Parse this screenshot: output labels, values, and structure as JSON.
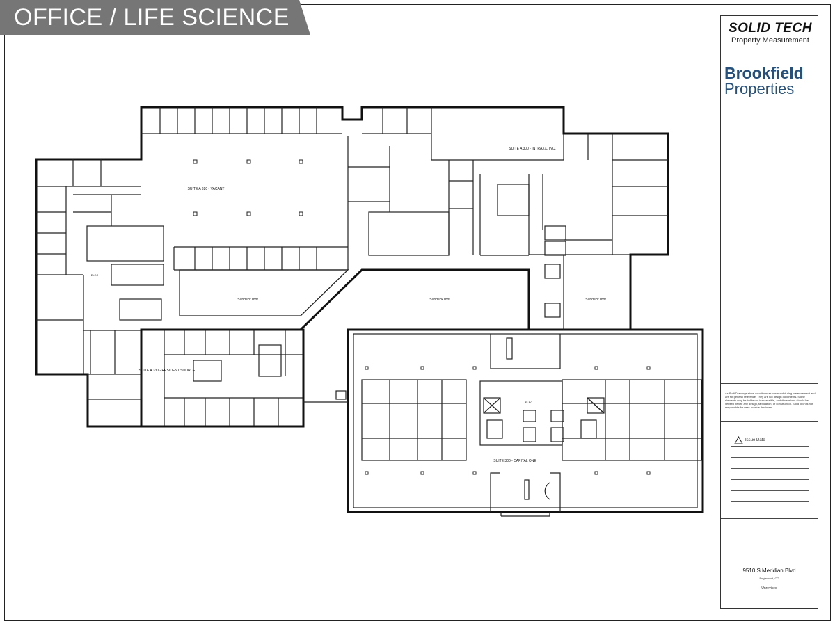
{
  "header": {
    "category": "OFFICE / LIFE SCIENCE"
  },
  "title_block": {
    "surveyor_name": "SOLID TECH",
    "surveyor_subtitle": "Property Measurement",
    "owner_line1": "Brookfield",
    "owner_line2": "Properties",
    "disclaimer": "As-Built Drawings show conditions as observed during measurement and are for general reference. They are not design documents. Some elements may be hidden or inaccessible, and dimensions should be verified before any design, fabrication, or construction. Solid Tech is not responsible for uses outside this intent.",
    "issue_label": "Issue Date",
    "address": "9510 S Meridian Blvd",
    "city": "Englewood, CO",
    "status": "Unrevised"
  },
  "plan": {
    "suite_a_north": "SUITE A 320 - VACANT",
    "suite_a_east": "SUITE A 300 - INTRAXX, INC.",
    "suite_a_south": "SUITE A 330 - RESIDENT SOURCE",
    "suite_b": "SUITE 300 - CAPITAL ONE",
    "amenity_left": "Sundeck roof",
    "amenity_center": "Sundeck roof",
    "amenity_right": "Sundeck roof",
    "elevator_tag": "ELEC"
  }
}
